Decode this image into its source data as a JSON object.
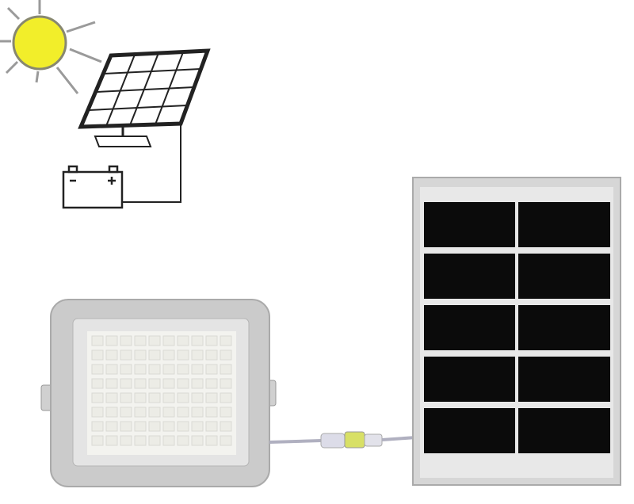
{
  "scene": {
    "background": "#ffffff",
    "colors": {
      "sun": "#f2ee2a",
      "sun_outline": "#8a8a70",
      "line_art": "#222222",
      "panel_cell": "#0b0b0b",
      "panel_frame": "#d6d6d6",
      "floodlight_body": "#c9c9c9",
      "floodlight_led": "#f2f2ee",
      "connector": "#d8e066"
    },
    "icons": [
      "sun-icon",
      "solar-panel-icon",
      "battery-icon"
    ],
    "products": [
      "floodlight",
      "solar-panel",
      "cable-connector"
    ]
  }
}
